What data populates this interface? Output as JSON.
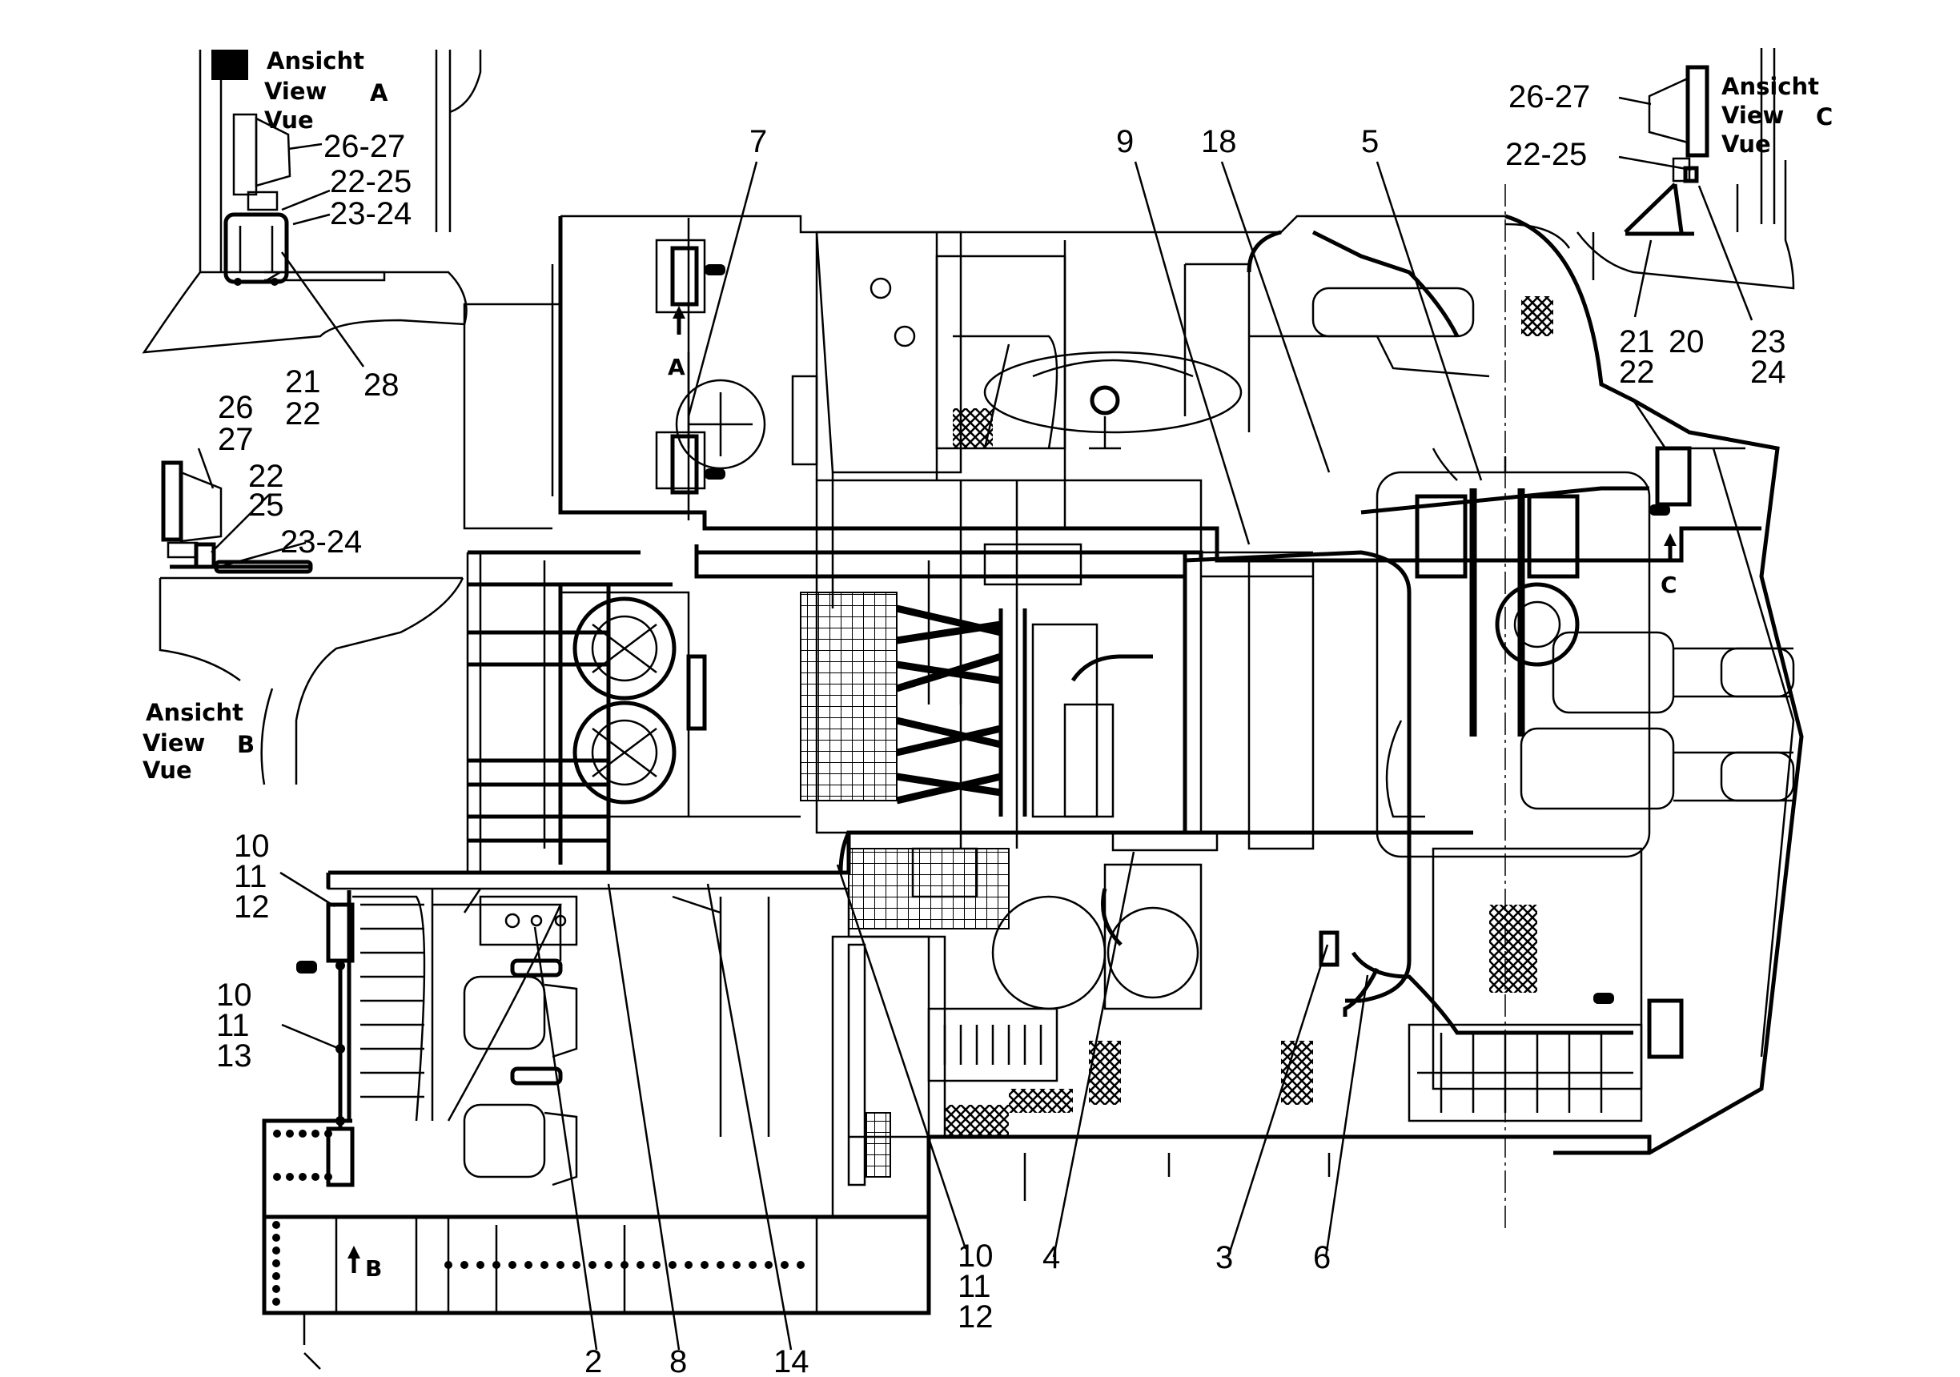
{
  "views": {
    "A": {
      "title_de": "Ansicht",
      "title_en": "View",
      "title_fr": "Vue",
      "letter": "A",
      "callouts": [
        "26-27",
        "22-25",
        "23-24",
        "21",
        "22",
        "28"
      ]
    },
    "B": {
      "title_de": "Ansicht",
      "title_en": "View",
      "title_fr": "Vue",
      "letter": "B",
      "callouts": [
        "26",
        "27",
        "22",
        "25",
        "23-24"
      ]
    },
    "C": {
      "title_de": "Ansicht",
      "title_en": "View",
      "title_fr": "Vue",
      "letter": "C",
      "callouts": [
        "26-27",
        "22-25",
        "21",
        "22",
        "20",
        "23",
        "24"
      ]
    }
  },
  "main_callouts": {
    "top": [
      "7",
      "9",
      "18",
      "5"
    ],
    "left": [
      "10",
      "11",
      "12",
      "10",
      "11",
      "13"
    ],
    "bottom": [
      "2",
      "8",
      "14",
      "10",
      "11",
      "12",
      "4",
      "3",
      "6"
    ]
  },
  "view_markers": [
    "A",
    "B",
    "C"
  ]
}
